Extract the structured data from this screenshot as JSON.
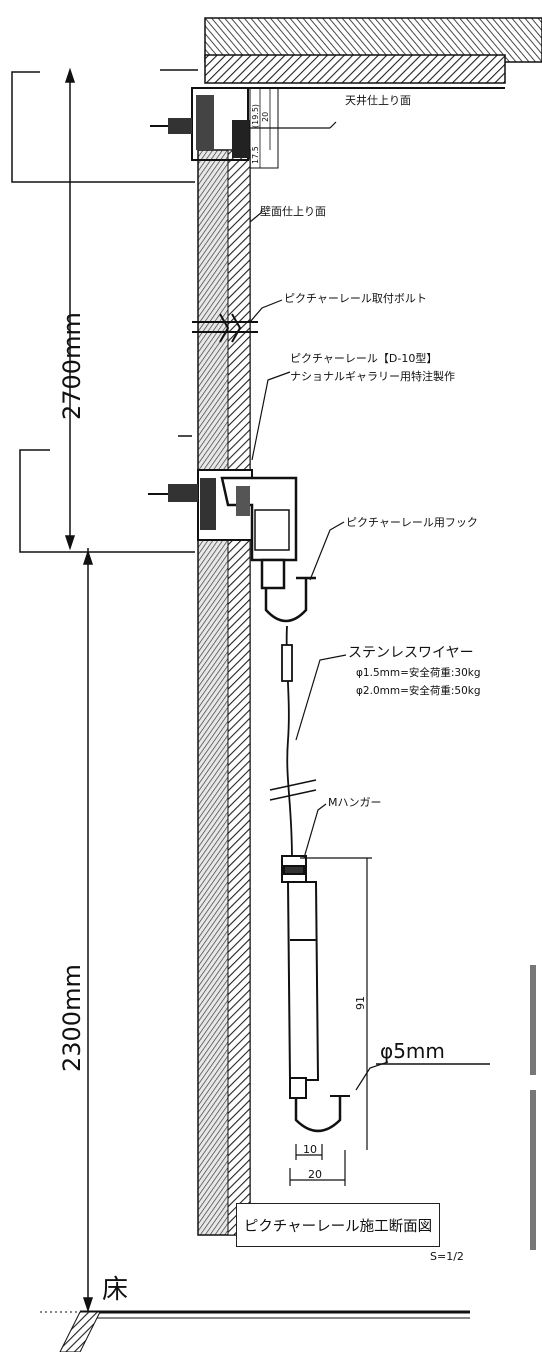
{
  "labels": {
    "ceiling_finish": "天井仕上り面",
    "wall_finish": "壁面仕上り面",
    "rail_bolt": "ピクチャーレール取付ボルト",
    "rail_line1": "ピクチャーレール【D-10型】",
    "rail_line2": "ナショナルギャラリー用特注製作",
    "hook": "ピクチャーレール用フック",
    "wire": "ステンレスワイヤー",
    "wire_spec1": "φ1.5mm=安全荷重:30kg",
    "wire_spec2": "φ2.0mm=安全荷重:50kg",
    "hanger": "Mハンガー",
    "diameter": "φ5mm",
    "floor": "床"
  },
  "dimensions": {
    "height_upper": "2700mm",
    "height_lower": "2300mm",
    "ceiling_d1": "17.5",
    "ceiling_d2": "(19.5)",
    "ceiling_d3": "20",
    "hanger_length": "91",
    "hook_inner": "10",
    "hook_outer": "20"
  },
  "title": "ピクチャーレール施工断面図",
  "scale": "S=1/2"
}
